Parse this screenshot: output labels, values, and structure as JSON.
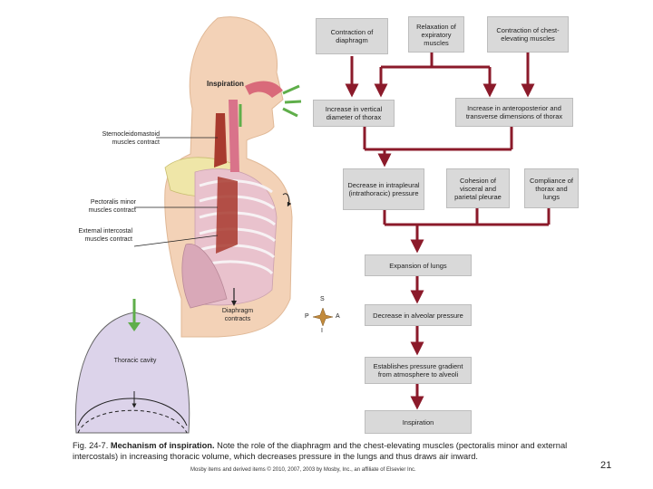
{
  "flowchart": {
    "boxes": {
      "contraction_diaphragm": "Contraction of diaphragm",
      "relaxation_expiratory": "Relaxation of expiratory muscles",
      "contraction_chest_elevating": "Contraction of chest-elevating muscles",
      "increase_vertical": "Increase in vertical diameter of thorax",
      "increase_anteroposterior": "Increase in anteroposterior and transverse dimensions of thorax",
      "decrease_intrapleural": "Decrease in intrapleural (intrathoracic) pressure",
      "cohesion_pleurae": "Cohesion of visceral and parietal pleurae",
      "compliance": "Compliance of thorax and lungs",
      "expansion_lungs": "Expansion of lungs",
      "decrease_alveolar": "Decrease in alveolar pressure",
      "establishes_gradient": "Establishes pressure gradient from atmosphere to alveoli",
      "inspiration": "Inspiration"
    }
  },
  "illustration": {
    "inspiration_label": "Inspiration",
    "sternocleidomastoid": "Sternocleidomastoid muscles contract",
    "pectoralis_minor": "Pectoralis minor muscles contract",
    "external_intercostal": "External intercostal muscles contract",
    "diaphragm_contracts": "Diaphragm contracts",
    "thoracic_cavity": "Thoracic cavity",
    "compass": {
      "s": "S",
      "p": "P",
      "a": "A",
      "i": "I"
    }
  },
  "caption": {
    "prefix": "Fig. 24-7.",
    "bold": "Mechanism of inspiration.",
    "text": "Note the role of the diaphragm and the chest-elevating muscles (pectoralis minor and external intercostals) in increasing thoracic volume, which decreases pressure in the lungs and thus draws air inward."
  },
  "credit": "Mosby items and derived items © 2010, 2007, 2003 by Mosby, Inc., an affiliate of Elsevier Inc.",
  "page_number": "21",
  "colors": {
    "arrow": "#8b1a2a",
    "box": "#d9d9d9",
    "muscle": "#a83a2e",
    "green_arrow": "#5fae4a"
  }
}
